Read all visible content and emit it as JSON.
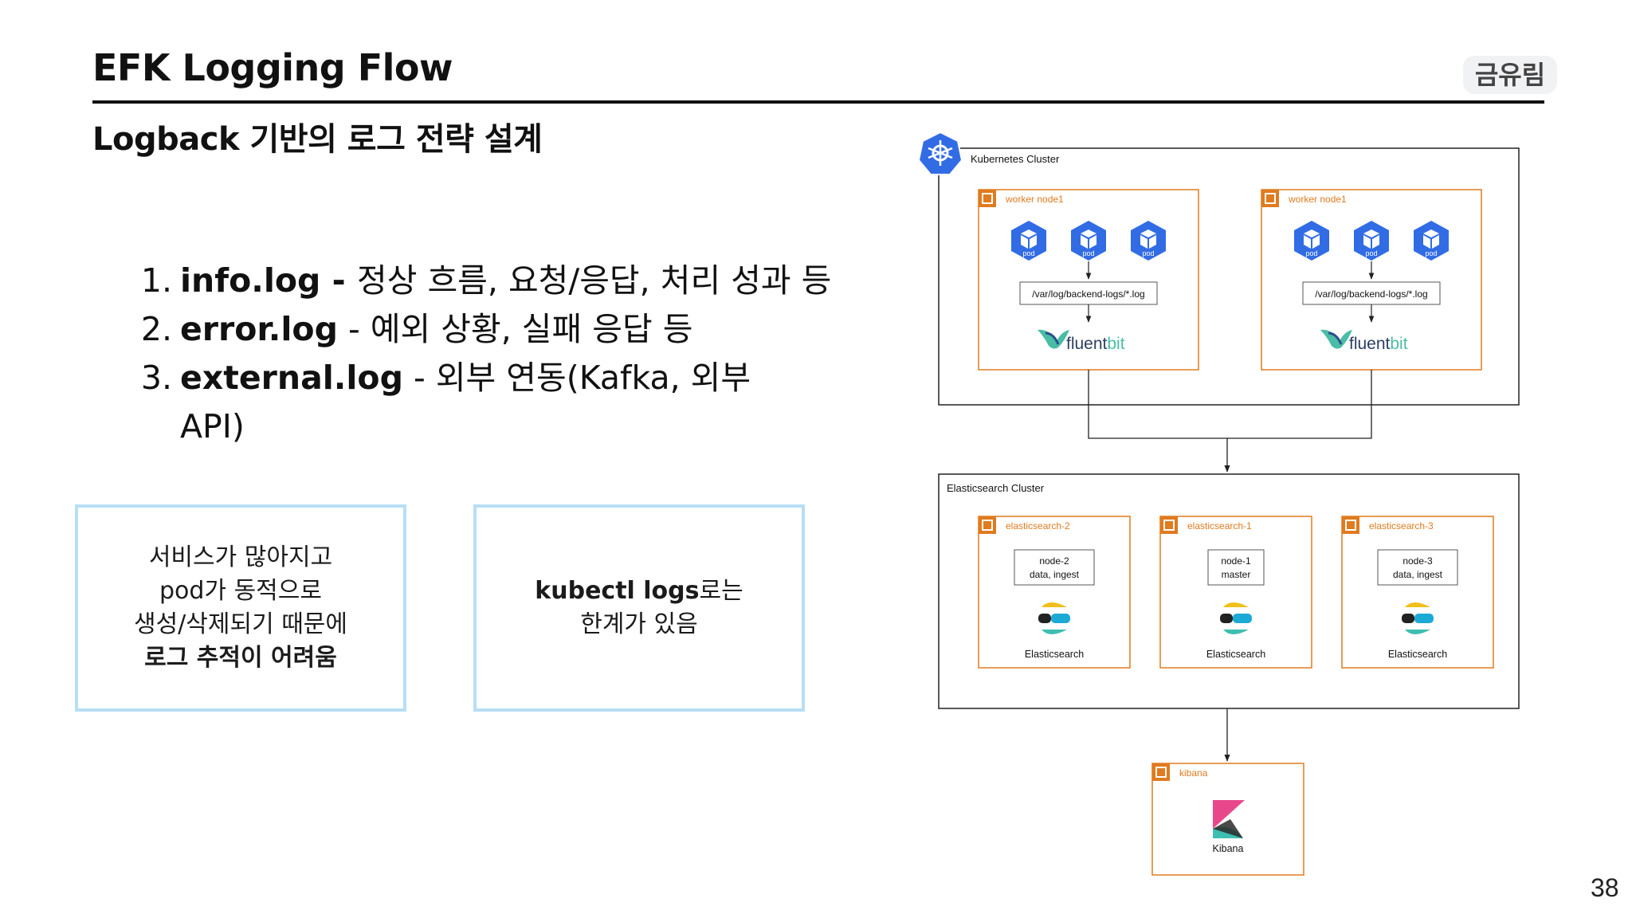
{
  "header": {
    "title": "EFK Logging Flow",
    "subtitle": "Logback 기반의 로그 전략 설계",
    "author": "금유림",
    "page_number": "38"
  },
  "log_list": [
    {
      "num": "1.",
      "name": "info.log",
      "sep": " - ",
      "desc": "정상 흐름, 요청/응답, 처리 성과 등",
      "cont": ""
    },
    {
      "num": "2.",
      "name": "error.log",
      "sep": " - ",
      "desc": "예외 상황, 실패 응답 등",
      "cont": ""
    },
    {
      "num": "3.",
      "name": "external.log",
      "sep": " - ",
      "desc": "외부 연동(Kafka, 외부",
      "cont": "API)"
    }
  ],
  "cards": [
    {
      "lines": [
        "서비스가 많아지고",
        "pod가 동적으로",
        "생성/삭제되기 때문에"
      ],
      "bold": "로그 추적이 어려움"
    },
    {
      "bold": "kubectl logs",
      "rest": "로는",
      "line2": "한계가 있음"
    }
  ],
  "diagram": {
    "k8s_cluster_label": "Kubernetes Cluster",
    "worker_nodes": [
      {
        "label": "worker node1",
        "pods": [
          "pod",
          "pod",
          "pod"
        ],
        "log_path": "/var/log/backend-logs/*.log",
        "collector_a": "fluent",
        "collector_b": "bit"
      },
      {
        "label": "worker node1",
        "pods": [
          "pod",
          "pod",
          "pod"
        ],
        "log_path": "/var/log/backend-logs/*.log",
        "collector_a": "fluent",
        "collector_b": "bit"
      }
    ],
    "es_cluster_label": "Elasticsearch Cluster",
    "es_nodes": [
      {
        "label": "elasticsearch-2",
        "node_line1": "node-2",
        "node_line2": "data, ingest",
        "product": "Elasticsearch"
      },
      {
        "label": "elasticsearch-1",
        "node_line1": "node-1",
        "node_line2": "master",
        "product": "Elasticsearch"
      },
      {
        "label": "elasticsearch-3",
        "node_line1": "node-3",
        "node_line2": "data, ingest",
        "product": "Elasticsearch"
      }
    ],
    "kibana": {
      "label": "kibana",
      "product": "Kibana"
    },
    "colors": {
      "orange": "#e07b1f",
      "k8s_blue": "#326ce5",
      "fluent_blue": "#49bda5",
      "kibana_pink": "#e8488b",
      "kibana_teal": "#3ebeb0"
    }
  }
}
